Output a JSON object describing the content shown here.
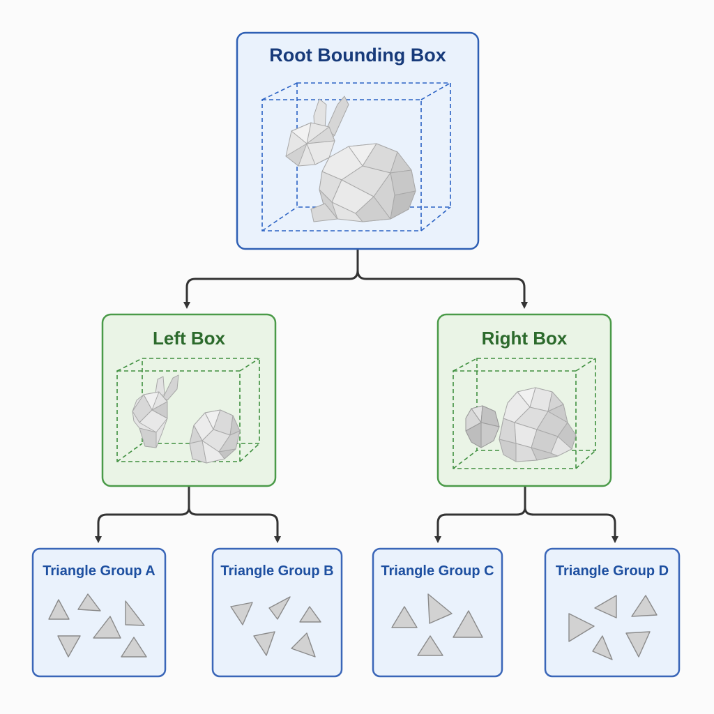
{
  "nodes": {
    "root": {
      "title": "Root Bounding Box"
    },
    "left": {
      "title": "Left Box"
    },
    "right": {
      "title": "Right Box"
    },
    "group_a": {
      "title": "Triangle Group A"
    },
    "group_b": {
      "title": "Triangle Group B"
    },
    "group_c": {
      "title": "Triangle Group C"
    },
    "group_d": {
      "title": "Triangle Group D"
    }
  },
  "colors": {
    "root_fill": "#eaf2fc",
    "root_stroke": "#2e5fb4",
    "mid_fill": "#eaf4e6",
    "mid_stroke": "#4a9a48",
    "leaf_fill": "#eaf2fc",
    "leaf_stroke": "#3a66b8",
    "connector": "#333333",
    "mesh_fill": "#dcdcdc",
    "mesh_edge": "#a8a8a8"
  },
  "icons": [
    "bunny-mesh",
    "rock-mesh",
    "dashed-bounding-cube",
    "triangle"
  ]
}
